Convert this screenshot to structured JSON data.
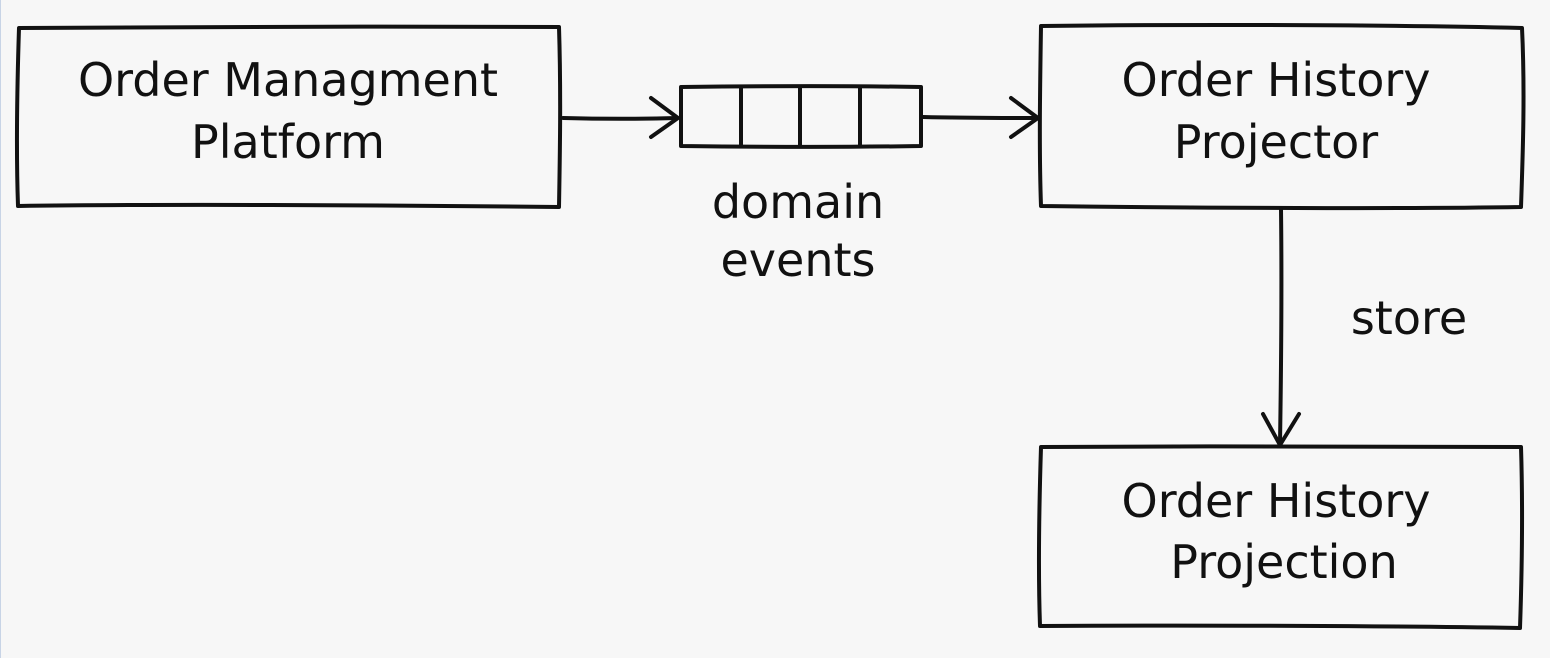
{
  "nodes": {
    "order_management": [
      "Order Managment",
      "Platform"
    ],
    "projector": [
      "Order History",
      "Projector"
    ],
    "projection": [
      "Order History",
      "Projection"
    ]
  },
  "edges": {
    "queue_label": [
      "domain",
      "events"
    ],
    "store_label": "store"
  },
  "colors": {
    "background": "#f7f7f7",
    "ink": "#111111"
  }
}
